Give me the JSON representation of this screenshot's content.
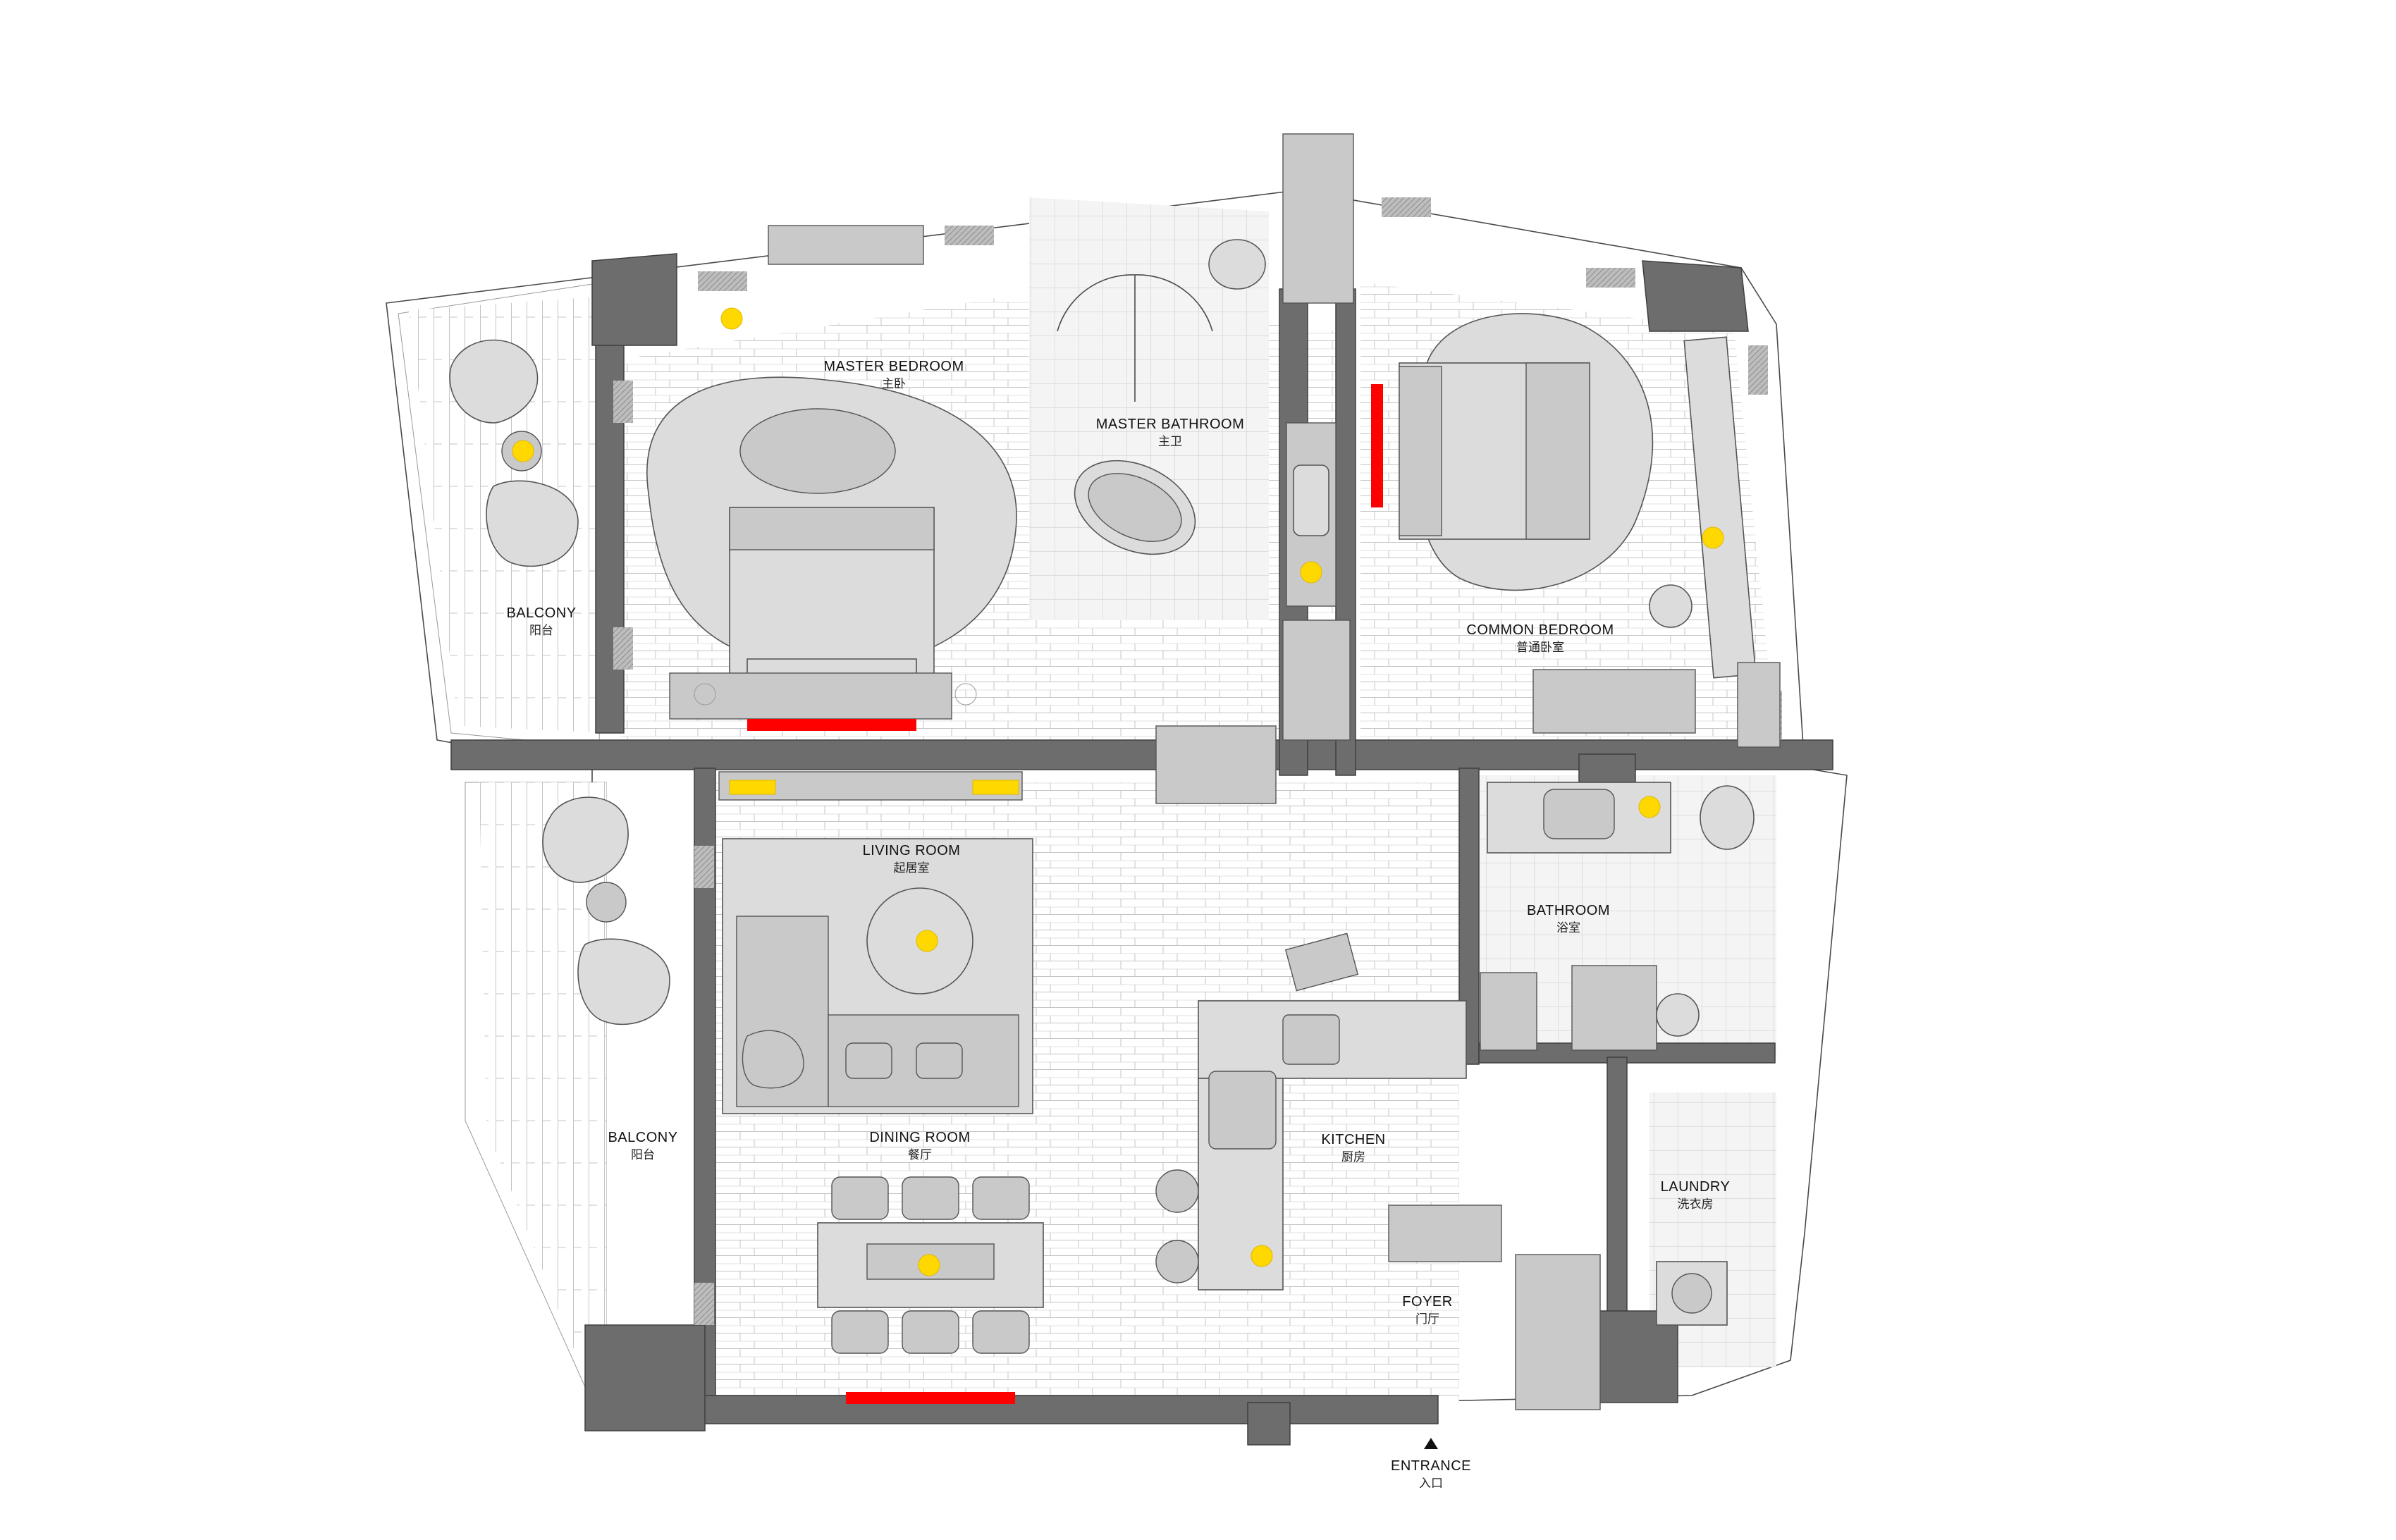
{
  "rooms": {
    "master_bedroom": {
      "en": "MASTER BEDROOM",
      "cn": "主卧"
    },
    "master_bathroom": {
      "en": "MASTER BATHROOM",
      "cn": "主卫"
    },
    "common_bedroom": {
      "en": "COMMON BEDROOM",
      "cn": "普通卧室"
    },
    "balcony_upper": {
      "en": "BALCONY",
      "cn": "阳台"
    },
    "balcony_lower": {
      "en": "BALCONY",
      "cn": "阳台"
    },
    "living_room": {
      "en": "LIVING ROOM",
      "cn": "起居室"
    },
    "dining_room": {
      "en": "DINING ROOM",
      "cn": "餐厅"
    },
    "kitchen": {
      "en": "KITCHEN",
      "cn": "厨房"
    },
    "bathroom": {
      "en": "BATHROOM",
      "cn": "浴室"
    },
    "laundry": {
      "en": "LAUNDRY",
      "cn": "洗衣房"
    },
    "foyer": {
      "en": "FOYER",
      "cn": "门厅"
    },
    "entrance": {
      "en": "ENTRANCE",
      "cn": "入口"
    }
  },
  "colors": {
    "wall": "#6d6d6d",
    "floor_line": "#b5b5b5",
    "furniture": "#dcdcdc",
    "light_fixture": "#ffd800",
    "accent_bar": "#ff0000"
  },
  "legend_icons": {
    "light_fixture": "yellow-dot-icon",
    "accent_wall": "red-bar-icon",
    "entrance_marker": "triangle-up-icon"
  }
}
